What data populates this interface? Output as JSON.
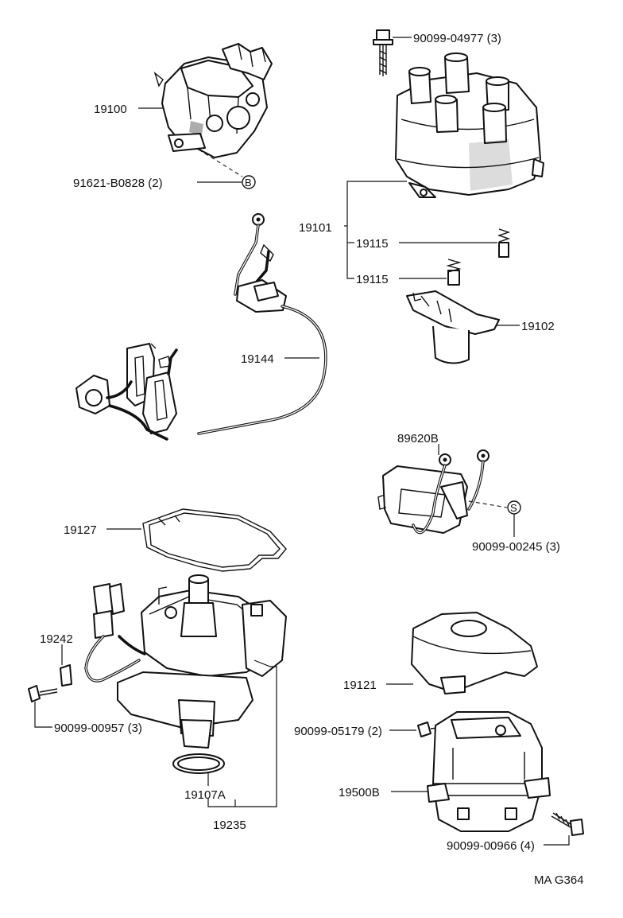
{
  "parts": {
    "distributor_assy": "19100",
    "bolt_b": "91621-B0828 (2)",
    "bolt_b_marker": "B",
    "cap_bolt": "90099-04977 (3)",
    "cap_assy": "19101",
    "spring_1": "19115",
    "spring_2": "19115",
    "rotor": "19102",
    "harness": "19144",
    "igniter": "89620B",
    "igniter_screw_marker": "S",
    "igniter_screw": "90099-00245 (3)",
    "gasket": "19127",
    "clamp": "19242",
    "clamp_bolt": "90099-00957 (3)",
    "housing_cover": "19121",
    "housing_screw": "90099-05179 (2)",
    "housing": "19500B",
    "housing_bolt": "90099-00966 (4)",
    "o_ring": "19107A",
    "distributor_body": "19235"
  },
  "figure_code": "MA G364"
}
